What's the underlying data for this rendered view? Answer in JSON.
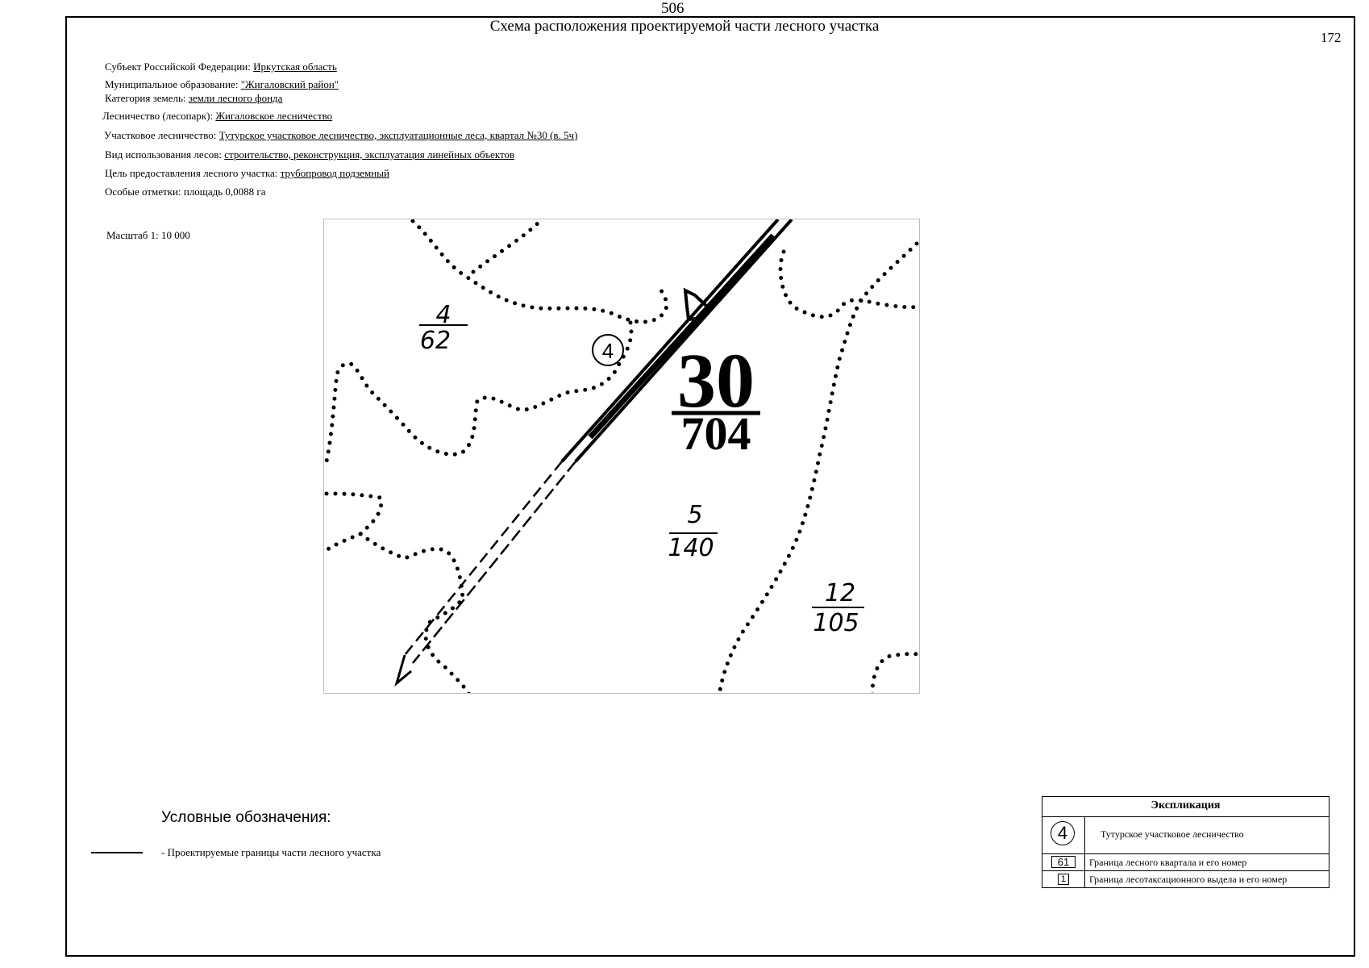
{
  "page_number_top": "506",
  "sheet_number": "172",
  "title": "Схема расположения проектируемой части лесного участка",
  "info": {
    "subject_label": "Субъект Российской Федерации:",
    "subject_value": "Иркутская область",
    "municipality_label": "Муниципальное образование:",
    "municipality_value": "\"Жигаловский район\"",
    "land_category_label": "Категория земель:",
    "land_category_value": "земли лесного фонда",
    "forestry_label": "Лесничество (лесопарк):",
    "forestry_value": "Жигаловское лесничество",
    "district_forestry_label": "Участковое лесничество:",
    "district_forestry_value": "Тутурское участковое лесничество, эксплуатационные леса, квартал №30 (в. 5ч)",
    "forest_use_label": "Вид использования лесов:",
    "forest_use_value": "строительство, реконструкция, эксплуатация линейных объектов",
    "purpose_label": "Цель предоставления лесного участка:",
    "purpose_value": "трубопровод подземный",
    "notes_label": "Особые отметки:",
    "notes_value": "площадь 0,0088 га"
  },
  "scale": "Масштаб 1: 10 000",
  "map": {
    "quarter_number": "30",
    "quarter_area": "704",
    "district_forestry_number": "4",
    "plots": [
      {
        "number": "4",
        "area": "62"
      },
      {
        "number": "5",
        "area": "140"
      },
      {
        "number": "12",
        "area": "105"
      }
    ]
  },
  "legend": {
    "title": "Условные обозначения:",
    "items": [
      {
        "text": "- Проектируемые границы части лесного участка"
      }
    ]
  },
  "explication": {
    "title": "Экспликация",
    "rows": [
      {
        "symbol": "4",
        "text": "Тутурское участковое лесничество"
      },
      {
        "symbol": "61",
        "text": "Граница лесного квартала и его номер"
      },
      {
        "symbol": "1",
        "text": "Граница лесотаксационного выдела и его номер"
      }
    ]
  }
}
